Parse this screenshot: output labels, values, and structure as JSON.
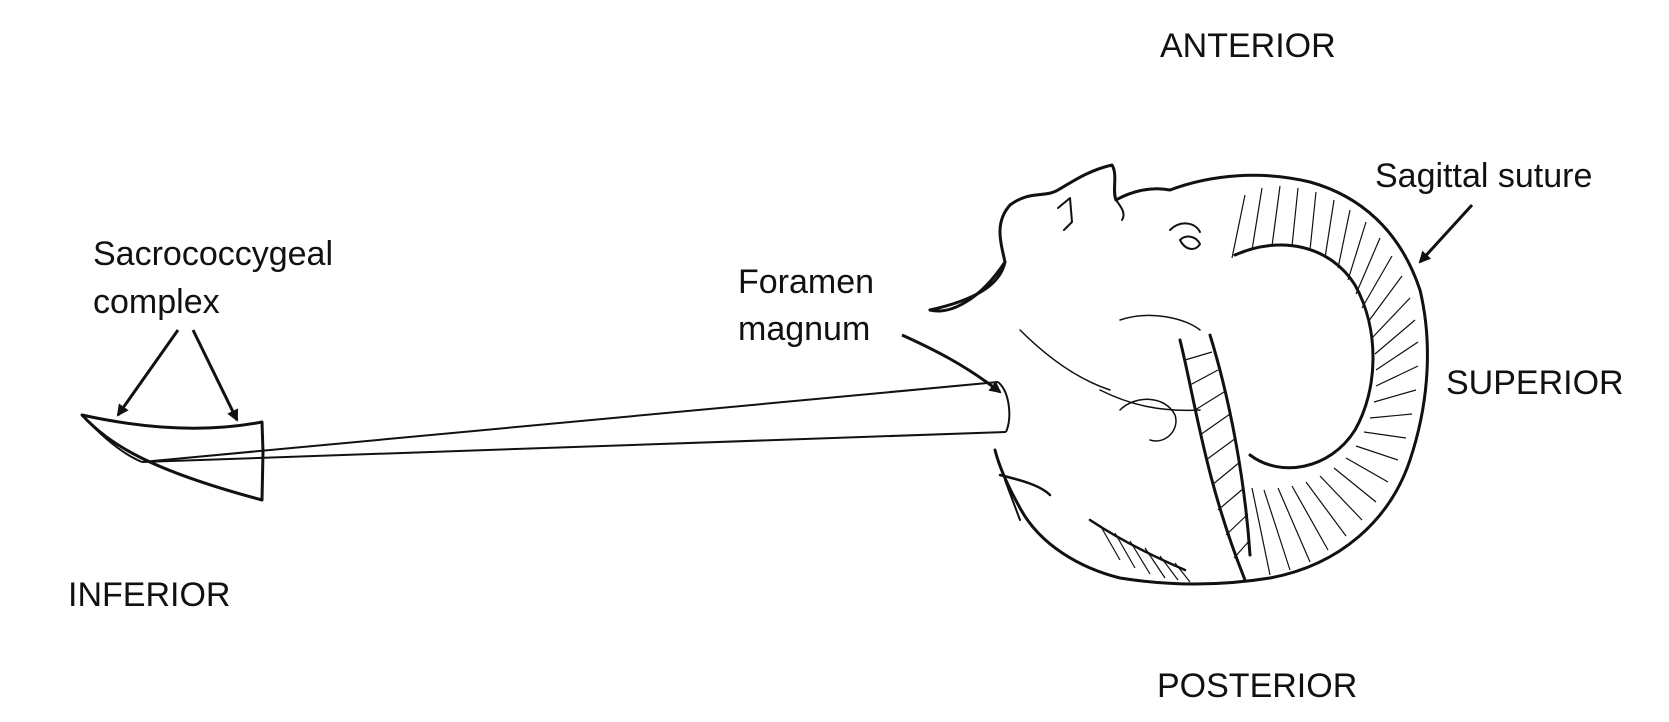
{
  "directions": {
    "anterior": "ANTERIOR",
    "posterior": "POSTERIOR",
    "superior": "SUPERIOR",
    "inferior": "INFERIOR"
  },
  "labels": {
    "sagittal_suture": "Sagittal suture",
    "sacrococcygeal_line1": "Sacrococcygeal",
    "sacrococcygeal_line2": "complex",
    "foramen_line1": "Foramen",
    "foramen_line2": "magnum"
  },
  "colors": {
    "ink": "#111111",
    "background": "#ffffff"
  }
}
